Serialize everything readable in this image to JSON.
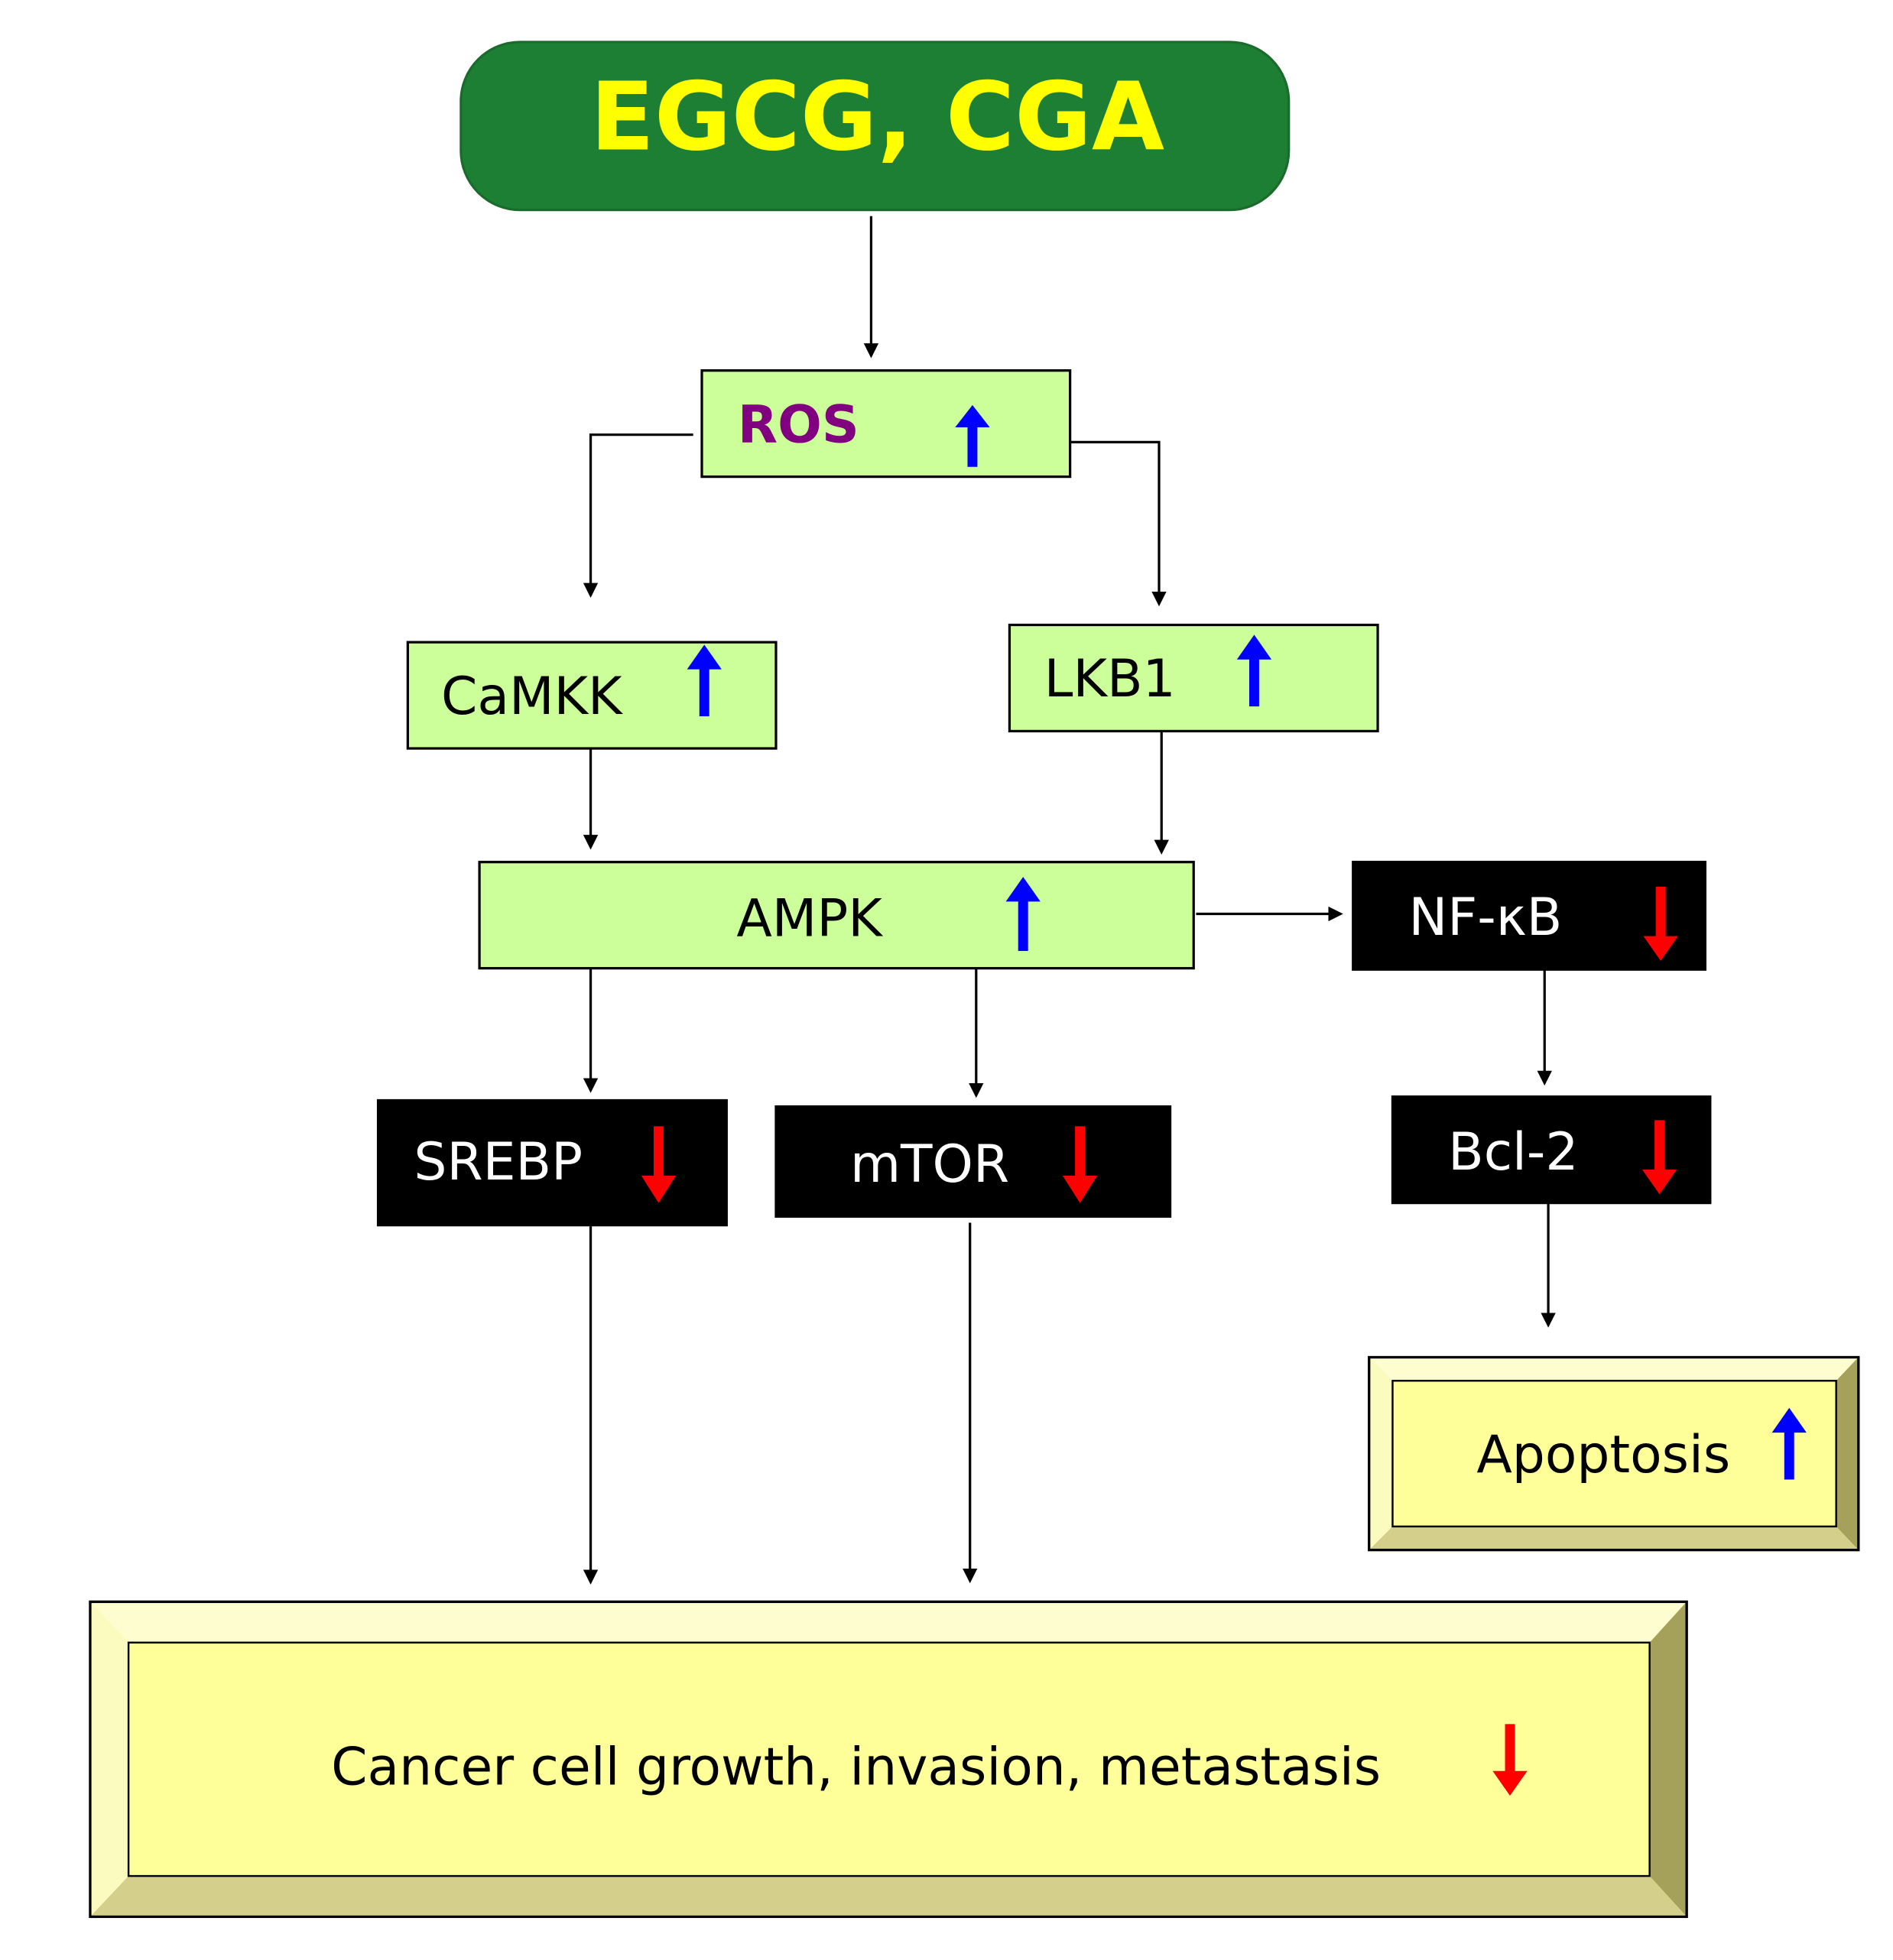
{
  "nodes": {
    "egcg": {
      "label": "EGCG, CGA"
    },
    "ros": {
      "label": "ROS",
      "trend": "up"
    },
    "camkk": {
      "label": "CaMKK",
      "trend": "up"
    },
    "lkb1": {
      "label": "LKB1",
      "trend": "up"
    },
    "ampk": {
      "label": "AMPK",
      "trend": "up"
    },
    "nfkb": {
      "label": "NF-κB",
      "trend": "down"
    },
    "srebp": {
      "label": "SREBP",
      "trend": "down"
    },
    "mtor": {
      "label": "mTOR",
      "trend": "down"
    },
    "bcl2": {
      "label": "Bcl-2",
      "trend": "down"
    },
    "apoptosis": {
      "label": "Apoptosis",
      "trend": "up"
    },
    "cancer": {
      "label": "Cancer cell growth, invasion, metastasis",
      "trend": "down"
    }
  },
  "colors": {
    "green_header": "#1d7f33",
    "yellow_text": "#ffff00",
    "light_green": "#ccff99",
    "black_box": "#000000",
    "up_arrow": "#0000ff",
    "down_arrow": "#ff0000",
    "ros_text": "#800080",
    "bevel_face": "#ffff99",
    "bevel_light": "#fdfdd0",
    "bevel_dark": "#a6a15a",
    "bevel_mid": "#d4d08b"
  },
  "icons": {
    "up": "blue-up-arrow-icon",
    "down": "red-down-arrow-icon"
  }
}
